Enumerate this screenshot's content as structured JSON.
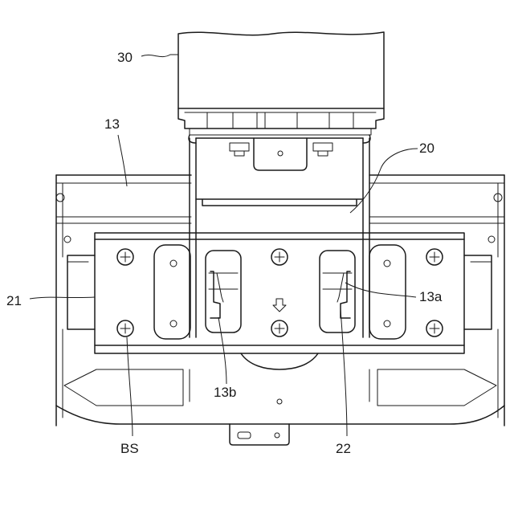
{
  "labels": {
    "ref_30": "30",
    "ref_13": "13",
    "ref_20": "20",
    "ref_21": "21",
    "ref_13a": "13a",
    "ref_13b": "13b",
    "ref_bs": "BS",
    "ref_22": "22"
  },
  "icons": {
    "down_arrow": "down-arrow-icon",
    "screw": "phillips-screw-icon"
  }
}
